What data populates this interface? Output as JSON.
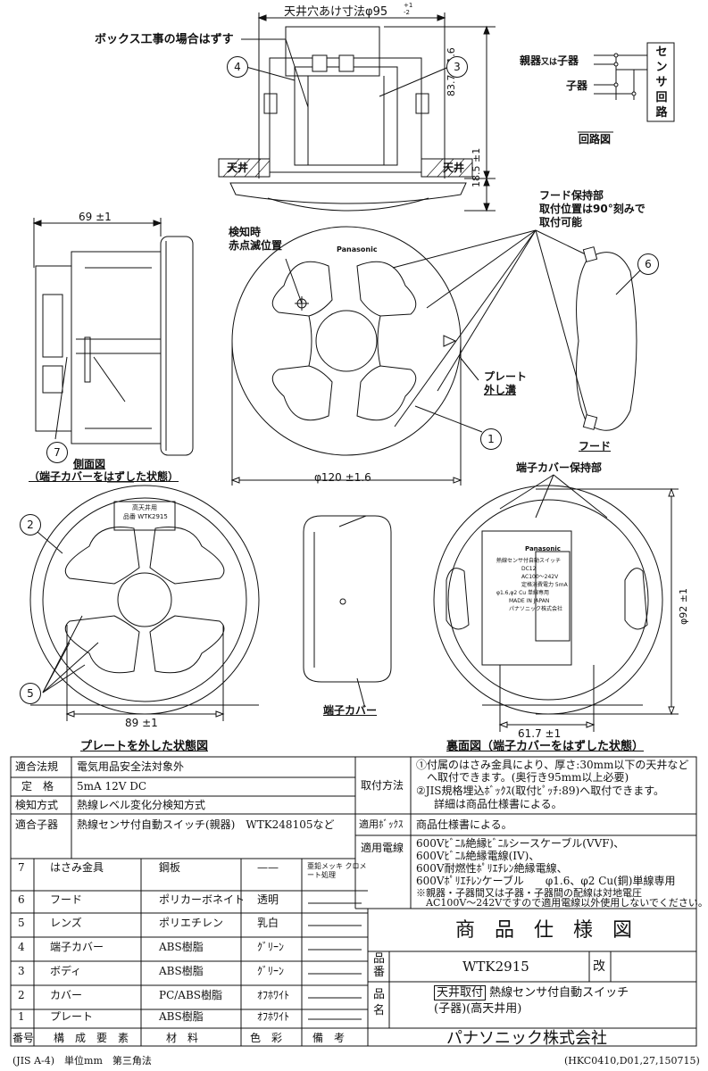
{
  "drawing": {
    "top_view": {
      "hole_dim": "天井穴あけ寸法φ95",
      "hole_tol_plus": "+1",
      "hole_tol_minus": "-2",
      "box_note": "ボックス工事の場合はずす",
      "ceiling_left": "天井",
      "ceiling_right": "天井",
      "dim_height": "83.7 ±1.6",
      "dim_depth": "18.5 ±1"
    },
    "circuit": {
      "parent_child": "親器",
      "or": "又は",
      "child1": "子器",
      "child2": "子器",
      "sensor_box": [
        "セ",
        "ン",
        "サ",
        "回",
        "路"
      ],
      "caption": "回路図"
    },
    "side_view": {
      "dim_69": "69 ±1",
      "caption1": "側面図",
      "caption2": "（端子カバーをはずした状態）"
    },
    "front_view": {
      "detect1": "検知時",
      "detect2": "赤点滅位置",
      "plate_groove1": "プレート",
      "plate_groove2": "外し溝",
      "dim_120": "φ120 ±1.6",
      "brand_mark": "Panasonic"
    },
    "hood": {
      "holder1": "フード保持部",
      "holder2": "取付位置は90°刻みで",
      "holder3": "取付可能",
      "caption": "フード"
    },
    "plate_removed": {
      "label1": "高天井用",
      "label2": "品番 WTK2915",
      "dim_89": "89 ±1",
      "caption": "プレートを外した状態図"
    },
    "terminal_cover": {
      "caption": "端子カバー"
    },
    "back_view": {
      "holder": "端子カバー保持部",
      "dim_92": "φ92 ±1",
      "dim_617": "61.7 ±1",
      "caption": "裏面図（端子カバーをはずした状態）",
      "label_brand": "Panasonic",
      "label_lines": [
        "熱線センサ付自動スイッチ",
        "DC12",
        "AC100～242V",
        "定格消費電力 5mA",
        "φ1.6,φ2 Cu 単線専用",
        "MADE IN JAPAN",
        "パナソニック株式会社"
      ]
    },
    "callouts": [
      "1",
      "2",
      "3",
      "4",
      "5",
      "6",
      "7"
    ]
  },
  "spec": {
    "law_label": "適合法規",
    "law_value": "電気用品安全法対象外",
    "rating_label": "定　格",
    "rating_value": "5mA 12V DC",
    "detect_label": "検知方式",
    "detect_value": "熱線レベル変化分検知方式",
    "compat_label": "適合子器",
    "compat_value": "熱線センサ付自動スイッチ(親器)　WTK248105など",
    "mount_label": "取付方法",
    "mount_value_1": "①付属のはさみ金具により、厚さ:30mm以下の天井など",
    "mount_value_2": "へ取付できます。(奥行き95mm以上必要)",
    "mount_value_3": "②JIS規格埋込ﾎﾞｯｸｽ(取付ﾋﾟｯﾁ:89)へ取付できます。",
    "mount_value_4": "詳細は商品仕様書による。",
    "box_label": "適用ﾎﾞｯｸｽ",
    "box_value": "商品仕様書による。",
    "wire_label": "適用電線",
    "wire_1": "600Vﾋﾞﾆﾙ絶縁ﾋﾞﾆﾙシースケーブル(VVF)、",
    "wire_2": "600Vﾋﾞﾆﾙ絶縁電線(IV)、",
    "wire_3": "600V耐燃性ﾎﾟﾘｴﾁﾚﾝ絶縁電線、",
    "wire_4": "600Vﾎﾟﾘｴﾁﾚﾝケーブル　　φ1.6、φ2 Cu(銅)単線専用",
    "wire_5": "※親器・子器間又は子器・子器間の配線は対地電圧",
    "wire_6": "　AC100V～242Vですので適用電線以外使用しないでください。"
  },
  "parts": {
    "headers": {
      "no": "番号",
      "name": "構　成　要　素",
      "material": "材　料",
      "color": "色　彩",
      "note": "備　考"
    },
    "rows": [
      {
        "no": "7",
        "name": "はさみ金具",
        "material": "鋼板",
        "color": "——",
        "note": "亜鉛メッキ クロメート処理"
      },
      {
        "no": "6",
        "name": "フード",
        "material": "ポリカーボネイト",
        "color": "透明",
        "note": ""
      },
      {
        "no": "5",
        "name": "レンズ",
        "material": "ポリエチレン",
        "color": "乳白",
        "note": ""
      },
      {
        "no": "4",
        "name": "端子カバー",
        "material": "ABS樹脂",
        "color": "ｸﾞﾘｰﾝ",
        "note": ""
      },
      {
        "no": "3",
        "name": "ボディ",
        "material": "ABS樹脂",
        "color": "ｸﾞﾘｰﾝ",
        "note": ""
      },
      {
        "no": "2",
        "name": "カバー",
        "material": "PC/ABS樹脂",
        "color": "ｵﾌﾎﾜｲﾄ",
        "note": ""
      },
      {
        "no": "1",
        "name": "プレート",
        "material": "ABS樹脂",
        "color": "ｵﾌﾎﾜｲﾄ",
        "note": ""
      }
    ]
  },
  "title_block": {
    "title": "商　品　仕　様　図",
    "part_label_1": "品",
    "part_label_2": "番",
    "part_no": "WTK2915",
    "rev_label": "改",
    "name_label_1": "品",
    "name_label_2": "名",
    "name_tag": "天井取付",
    "name_1": "熱線センサ付自動スイッチ",
    "name_2": "(子器)(高天井用)",
    "company": "パナソニック株式会社"
  },
  "footer": {
    "left": "(JIS A-4)　単位mm　第三角法",
    "right": "(HKC0410,D01,27,150715)"
  }
}
